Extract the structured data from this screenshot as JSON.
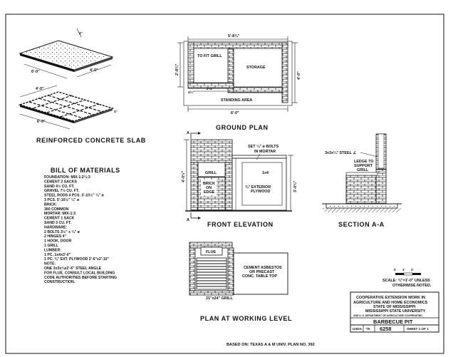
{
  "slab": {
    "title": "REINFORCED CONCRETE SLAB",
    "dim_top_a": "6'-0\"",
    "dim_top_b": "4'-0\"",
    "dim_top_c": "4\"",
    "dim_bot_a": "4'-0\"",
    "dim_bot_b": "6'-0\"",
    "dim_bot_c": "4\""
  },
  "ground_plan": {
    "title": "GROUND PLAN",
    "overall_width": "5'-8¾\"",
    "left_height": "2'-8¾\"",
    "right_height": "4'-0\"",
    "fit_grill": "TO FIT GRILL",
    "storage": "STORAGE",
    "dim_44": "4¾\"",
    "dim_22": "2'-2\"",
    "standing_area": "STANDING AREA",
    "bottom_width": "6'-0\""
  },
  "front_elevation": {
    "title": "FRONT ELEVATION",
    "cut_a_top": "A",
    "cut_a_bottom": "A",
    "bolts_note_1": "SET ¼\" ø BOLTS",
    "bolts_note_2": "IN MORTAR",
    "grill": "GRILL",
    "brick_1": "BRICK",
    "brick_2": "ON",
    "brick_3": "EDGE",
    "one_by_four": "1x4",
    "plywood_1": "¾\" EXTERIOR",
    "plywood_2": "PLYWOOD",
    "left_height": "4'-0½\"",
    "right_height": "3'-0¾\""
  },
  "section": {
    "title": "SECTION A-A",
    "steel_note": "3x3x¼\" STEEL ∠",
    "ledge_1": "LEDGE TO",
    "ledge_2": "SUPPORT",
    "ledge_3": "GRILL"
  },
  "plan_working": {
    "title": "PLAN AT WORKING LEVEL",
    "flue": "FLUE",
    "cement_1": "CEMENT ASBESTOS",
    "cement_2": "OR PRECAST",
    "cement_3": "CONC. TABLE TOP",
    "grill_size": "21\"x24\" GRILL"
  },
  "bill": {
    "title": "BILL OF MATERIALS",
    "lines": [
      "FOUNDATION:  MIX-1:2¼:3",
      "   CEMENT        2 SACKS",
      "   SAND          4½ CU. FT.",
      "   GRAVEL        7½ CU. FT.",
      "   STEEL RODS  4 PCS. 3'-10½\" ¼\" ø",
      "                      3 PCS. 5'-10½\" ¼\" ø",
      "BRICK:",
      "   360 COMMON",
      "MORTAR:  MIX-1:3",
      "   CEMENT     1 SACK",
      "   SAND         3 CU. FT.",
      "HARDWARE:",
      "   2 BOLTS 3½\" x ¼\" ø",
      "   2 HINGES 4\"",
      "   1 HOOK, DOOR",
      "   1 GRILL",
      "LUMBER:",
      "   1 PC.  1x4x3'-0\"",
      "   1 PC.  ¾\" EXT. PLYWOOD 2'-6\"x2'-10\"",
      "NOTE:",
      "   ONE 3x3x¼x2'-6\" STEEL ANGLE",
      "   FOR FLUE.  CONSULT LOCAL BUILDING",
      "   CODE AUTHORITIES BEFORE STARTING",
      "   CONSTRUCTION."
    ]
  },
  "scale": {
    "ticks": [
      "0",
      "1'",
      "2'"
    ],
    "line1": "SCALE: ¾\"=1'-0\" UNLESS",
    "line2": "OTHERWISE NOTED."
  },
  "title_block": {
    "line1": "COOPERATIVE EXTENSION WORK IN",
    "line2": "AGRICULTURE AND HOME ECONOMICS",
    "line3": "STATE OF MISSISSIPPI",
    "line4": "MISSISSIPPI STATE UNIVERSITY",
    "line5": "AND U. S. DEPARTMENT OF AGRICULTURE COOPERATING",
    "project": "BARBECUE PIT",
    "usda": "USDA",
    "year": "'75",
    "number": "6258",
    "sheet": "SHEET 1 OF 1"
  },
  "based_on": "BASED ON: TEXAS A & M UNIV. PLAN NO. 392"
}
